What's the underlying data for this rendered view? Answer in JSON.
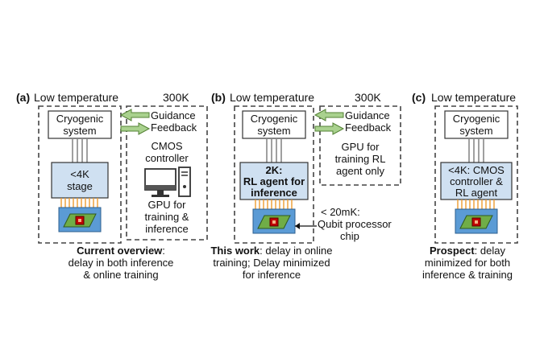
{
  "panels": [
    {
      "letter": "(a)",
      "low_temp": "Low temperature",
      "room_temp": "300K",
      "cryo": [
        "Cryogenic",
        "system"
      ],
      "arrows": [
        "Guidance",
        "Feedback"
      ],
      "room_box": {
        "controller": [
          "CMOS",
          "controller"
        ],
        "gpu": [
          "GPU for",
          "training &",
          "inference"
        ]
      },
      "stage": [
        "<4K",
        "stage"
      ],
      "caption": {
        "bold": "Current overview",
        "rest": ":",
        "lines": [
          "delay in both inference",
          "& online training"
        ]
      }
    },
    {
      "letter": "(b)",
      "low_temp": "Low temperature",
      "room_temp": "300K",
      "cryo": [
        "Cryogenic",
        "system"
      ],
      "arrows": [
        "Guidance",
        "Feedback"
      ],
      "room_box": {
        "gpu": [
          "GPU for",
          "training RL",
          "agent only"
        ]
      },
      "stage": [
        "2K:",
        "RL agent for",
        "inference"
      ],
      "temp_label": "< 20mK:",
      "chip_label": [
        "Qubit processor",
        "chip"
      ],
      "caption": {
        "bold": "This work",
        "rest": ": delay in online",
        "lines": [
          "training; Delay minimized",
          "for inference"
        ]
      }
    },
    {
      "letter": "(c)",
      "low_temp": "Low temperature",
      "cryo": [
        "Cryogenic",
        "system"
      ],
      "stage": [
        "<4K: CMOS",
        "controller &",
        "RL agent"
      ],
      "caption": {
        "bold": "Prospect",
        "rest": ": delay",
        "lines": [
          "minimized for both",
          "inference & training"
        ]
      }
    }
  ],
  "colors": {
    "stage_fill": "#cfe0f1",
    "arrow_fill": "#a9d18e",
    "chip_board": "#5b9bd5",
    "chip_green": "#70ad47",
    "chip_core": "#c00000",
    "wires": "#ed9b2f"
  }
}
